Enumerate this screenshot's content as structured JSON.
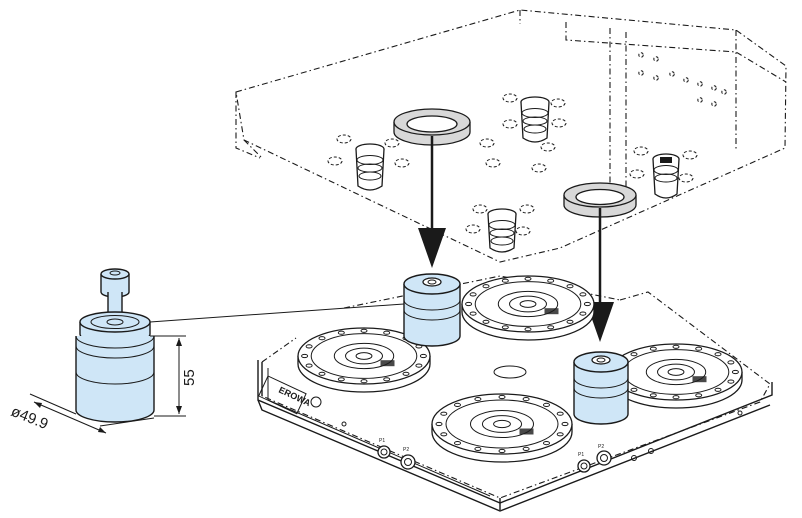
{
  "dimensions": {
    "height_label": "55",
    "diameter_label": "ø49.9"
  },
  "labels": {
    "brand": "EROWA",
    "port_label_1": "P1",
    "port_label_2": "P2"
  },
  "colors": {
    "part_fill": "#cfe6f7",
    "ring_fill": "#d8d8d8",
    "line": "#1a1a1a"
  },
  "icons": {
    "arrow": "down-arrow-icon",
    "chuck": "chuck-icon"
  }
}
